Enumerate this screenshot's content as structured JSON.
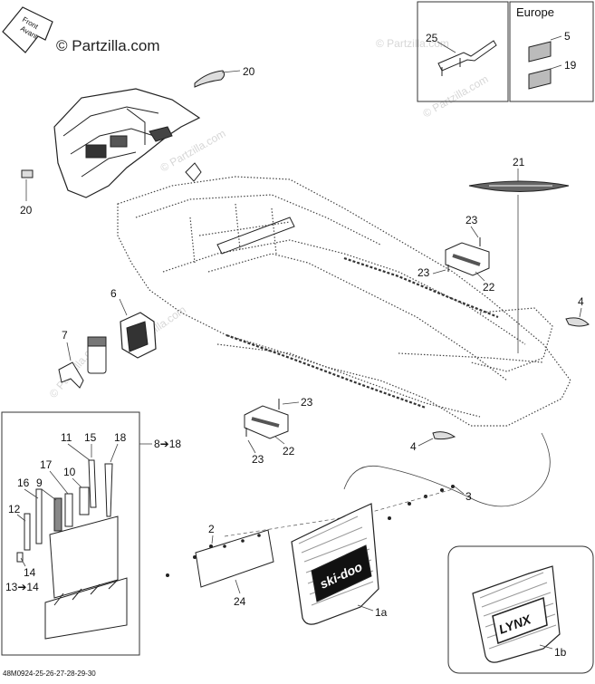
{
  "watermark": {
    "main": "© Partzilla.com",
    "faint": "© Partzilla.com"
  },
  "front_arrow": {
    "line1": "Front",
    "line2": "Avant"
  },
  "europe_box": {
    "title": "Europe"
  },
  "callouts": {
    "c20_top": "20",
    "c20_left": "20",
    "c25": "25",
    "c5": "5",
    "c19": "19",
    "c21": "21",
    "c23_a": "23",
    "c23_b": "23",
    "c22_a": "22",
    "c6": "6",
    "c4_right": "4",
    "c7": "7",
    "c8_18": "8➔18",
    "c11": "11",
    "c15": "15",
    "c18": "18",
    "c17": "17",
    "c10": "10",
    "c16": "16",
    "c9": "9",
    "c12": "12",
    "c14_a": "14",
    "c13_14": "13➔14",
    "c23_c": "23",
    "c22_b": "22",
    "c23_d": "23",
    "c4_mid": "4",
    "c3": "3",
    "c2": "2",
    "c24": "24",
    "c1a": "1a",
    "c1b": "1b"
  },
  "flap_logo_skidoo": "ski-doo",
  "flap_logo_lynx": "LYNX",
  "footer_code": "48M0924-25-26-27-28-29-30"
}
